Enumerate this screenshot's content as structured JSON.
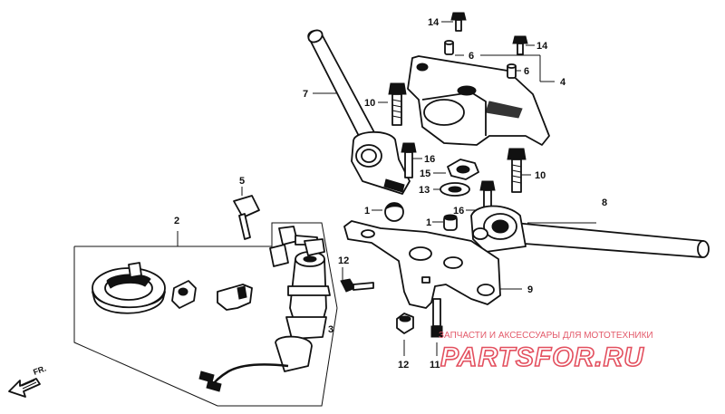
{
  "callouts": {
    "c1a": "1",
    "c1b": "1",
    "c2": "2",
    "c3": "3",
    "c4": "4",
    "c5": "5",
    "c6a": "6",
    "c6b": "6",
    "c7": "7",
    "c8": "8",
    "c9": "9",
    "c10a": "10",
    "c10b": "10",
    "c11": "11",
    "c12a": "12",
    "c12b": "12",
    "c13": "13",
    "c14a": "14",
    "c14b": "14",
    "c15": "15",
    "c16a": "16",
    "c16b": "16"
  },
  "direction_label": "FR.",
  "watermark": {
    "tagline": "ЗАПЧАСТИ И АКСЕССУАРЫ ДЛЯ МОТОТЕХНИКИ",
    "logo": "PARTSFOR.RU"
  },
  "colors": {
    "ink": "#111111",
    "watermark": "#e3505f"
  }
}
